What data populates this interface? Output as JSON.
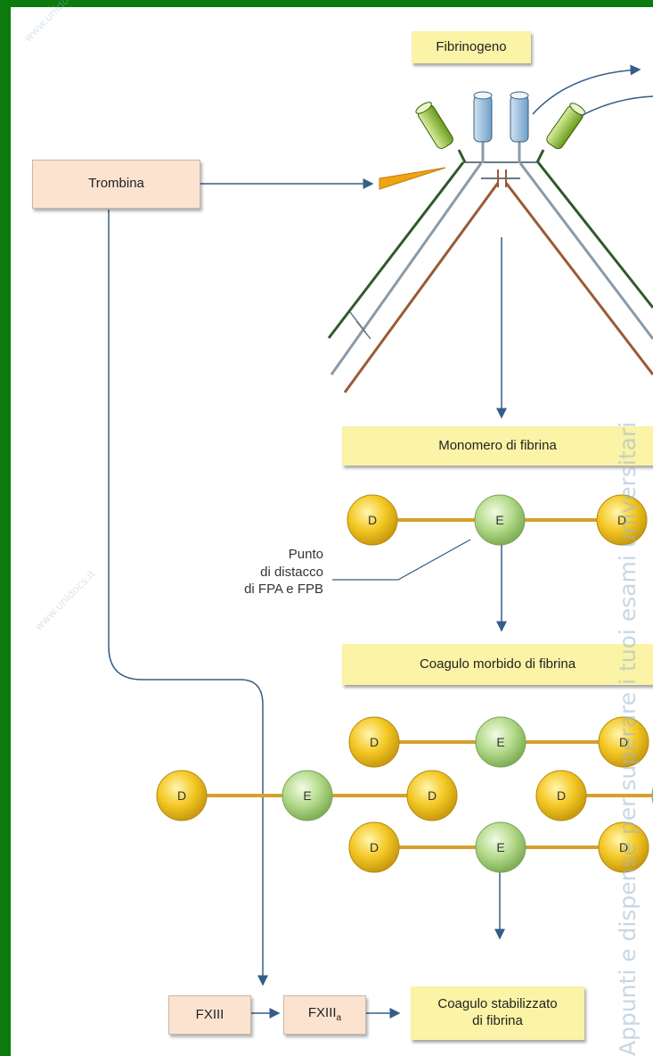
{
  "boxes": {
    "fibrinogen": "Fibrinogeno",
    "thrombin": "Trombina",
    "monomer": "Monomero di fibrina",
    "soft_clot": "Coagulo morbido di fibrina",
    "fxiii": "FXIII",
    "fxiiia_main": "FXIII",
    "fxiiia_sub": "a",
    "stable_clot_line1": "Coagulo stabilizzato",
    "stable_clot_line2": "di fibrina"
  },
  "labels": {
    "cleavage_line1": "Punto",
    "cleavage_line2": "di distacco",
    "cleavage_line3": "di FPA e FPB"
  },
  "domains": {
    "d": "D",
    "e": "E"
  },
  "watermark": {
    "vertical": "Appunti e dispense per superare i tuoi esami universitari",
    "diagonal": "www.unidocs.it"
  },
  "colors": {
    "background": "#0d7a0d",
    "box_yellow": "#fbf3a5",
    "box_peach": "#fbe3d0",
    "arrow": "#355e87",
    "rod": "#d6a02c",
    "d_ball": "#f2c31c",
    "e_ball": "#a8d27e"
  }
}
